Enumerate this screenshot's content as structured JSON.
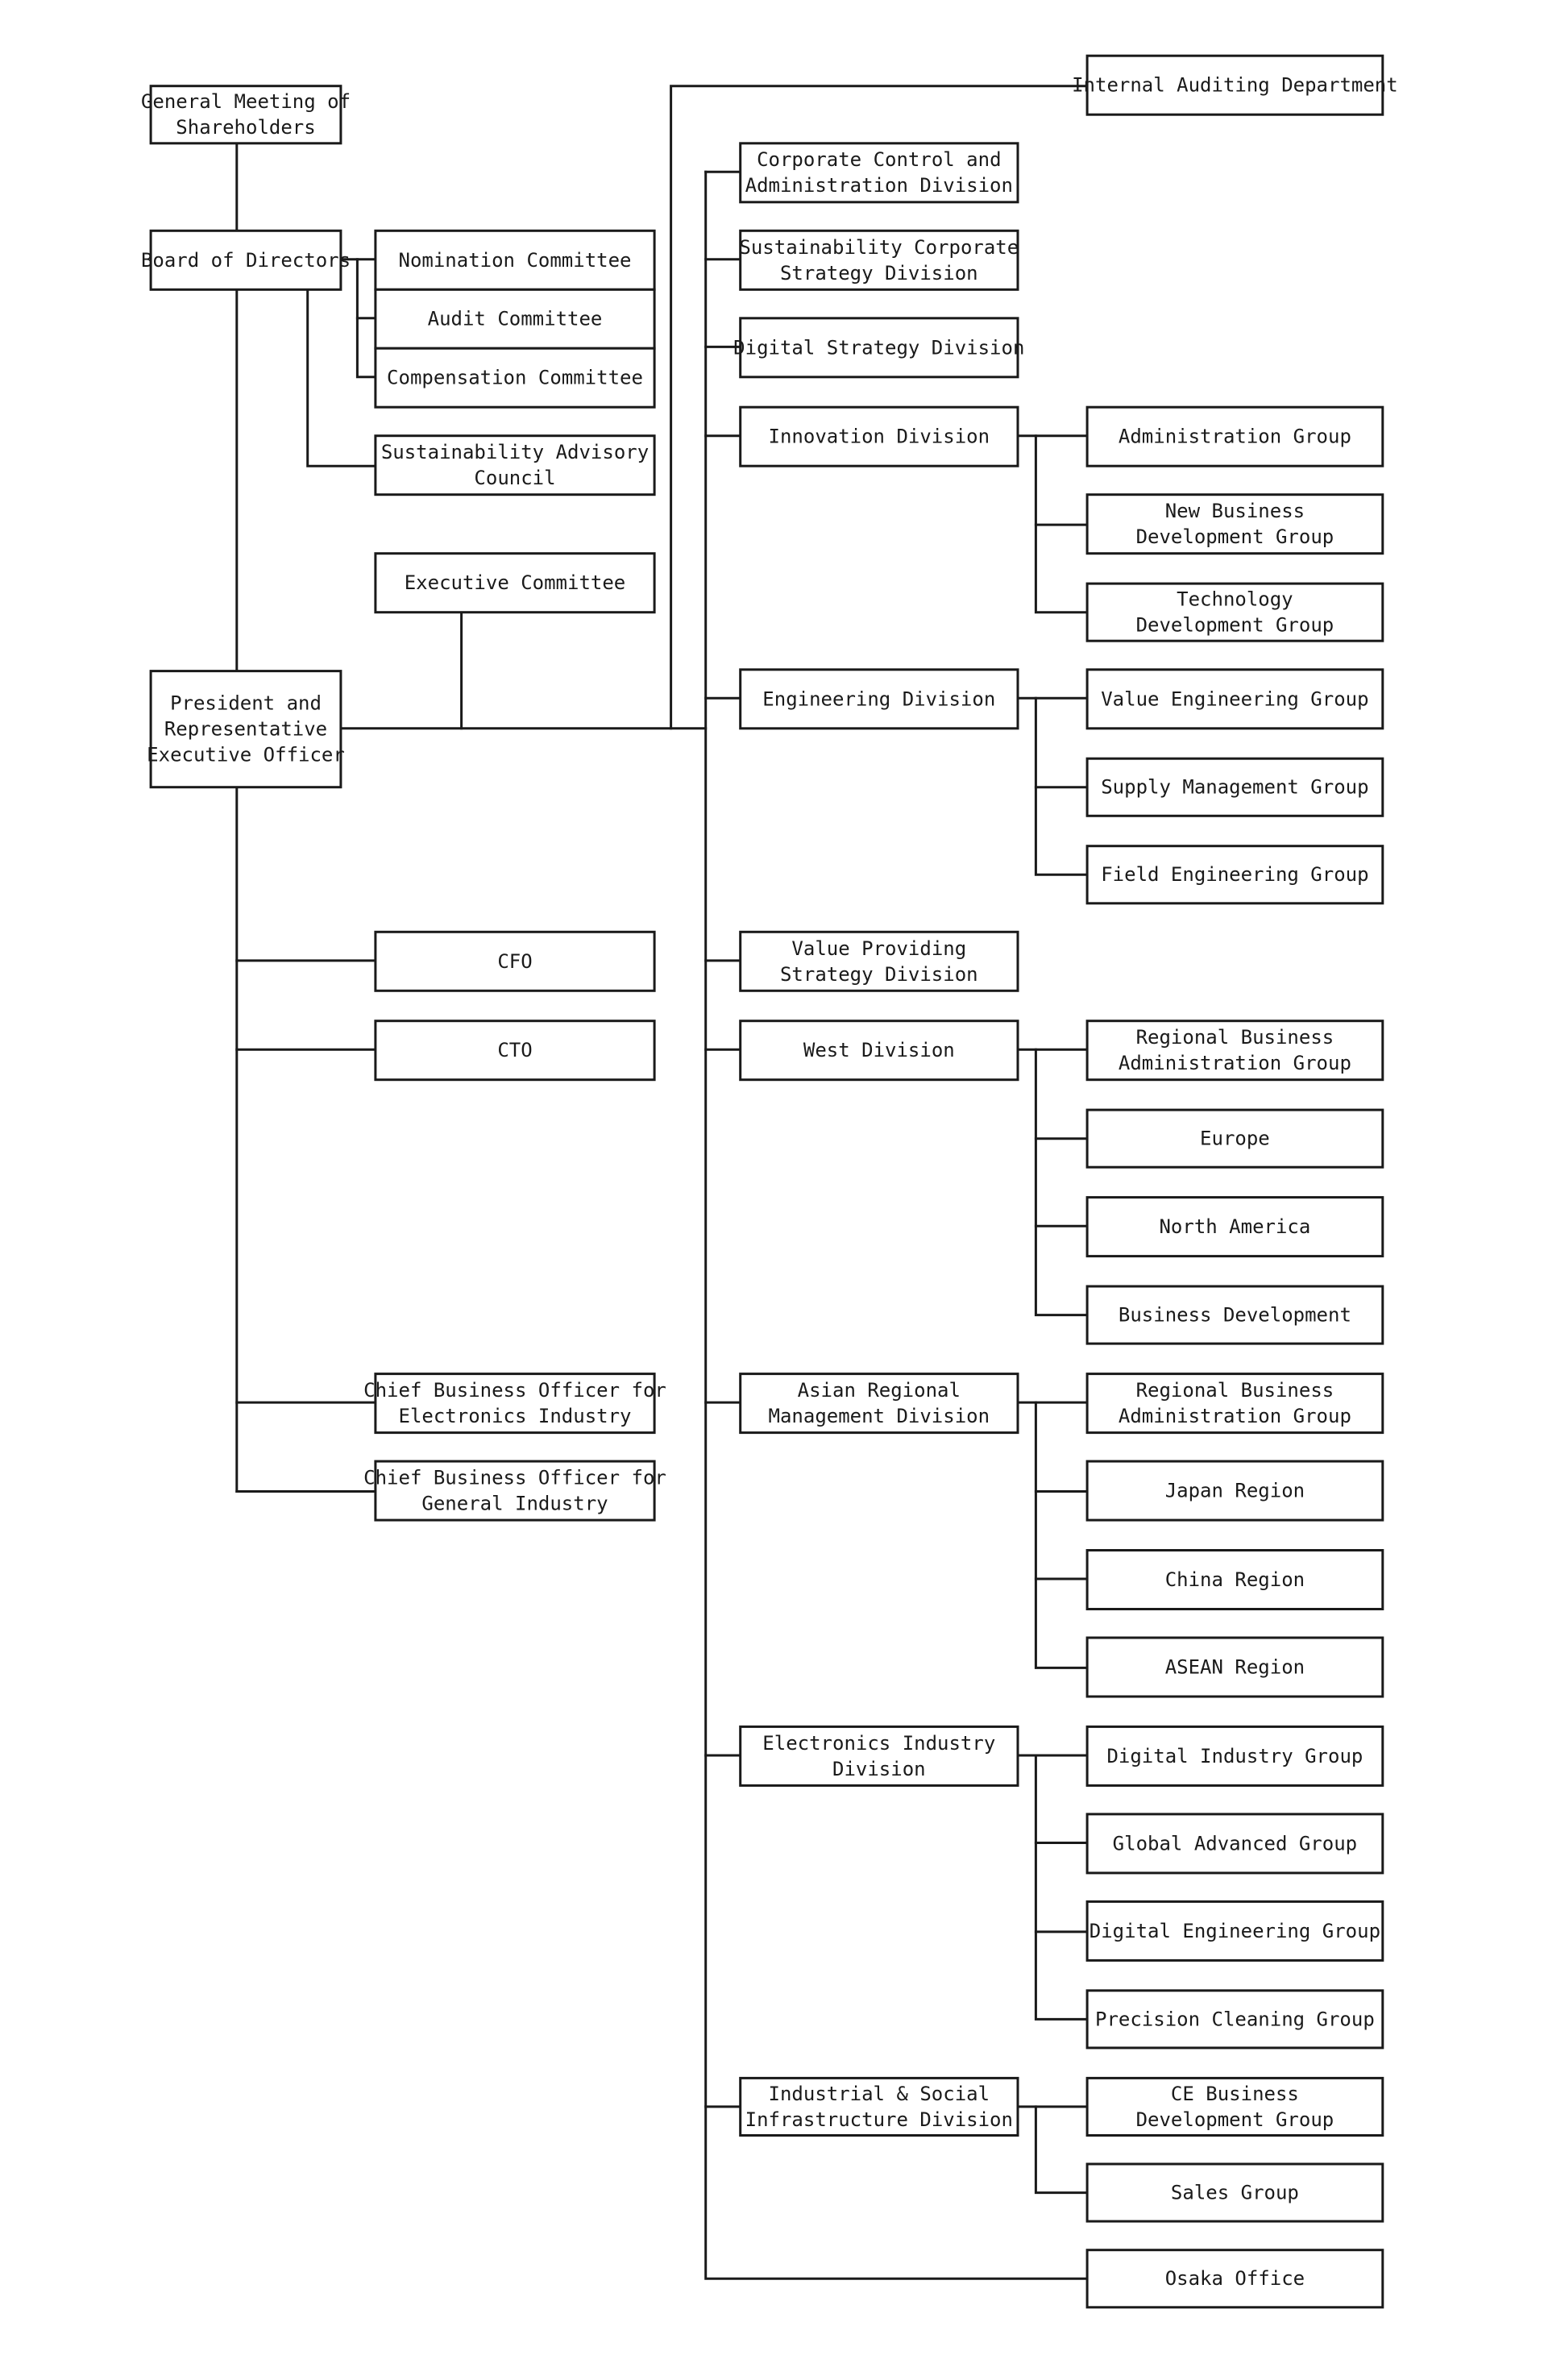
{
  "org_chart": {
    "top": {
      "shareholders": [
        "General Meeting of",
        "Shareholders"
      ],
      "board": [
        "Board of Directors"
      ],
      "president": [
        "President and",
        "Representative",
        "Executive Officer"
      ]
    },
    "committees": {
      "nomination": [
        "Nomination Committee"
      ],
      "audit": [
        "Audit Committee"
      ],
      "compensation": [
        "Compensation Committee"
      ],
      "sustainability_council": [
        "Sustainability Advisory",
        "Council"
      ],
      "executive": [
        "Executive Committee"
      ]
    },
    "officers": {
      "cfo": [
        "CFO"
      ],
      "cto": [
        "CTO"
      ],
      "cbo_electronics": [
        "Chief Business Officer for",
        "Electronics Industry"
      ],
      "cbo_general": [
        "Chief Business Officer for",
        "General Industry"
      ]
    },
    "internal_auditing": [
      "Internal Auditing Department"
    ],
    "divisions": {
      "corporate_control": [
        "Corporate Control and",
        "Administration Division"
      ],
      "sustainability_strategy": [
        "Sustainability Corporate",
        "Strategy Division"
      ],
      "digital_strategy": [
        "Digital Strategy Division"
      ],
      "innovation": [
        "Innovation Division"
      ],
      "engineering": [
        "Engineering Division"
      ],
      "value_providing": [
        "Value Providing",
        "Strategy Division"
      ],
      "west": [
        "West Division"
      ],
      "asian_regional": [
        "Asian Regional",
        "Management Division"
      ],
      "electronics_industry": [
        "Electronics Industry",
        "Division"
      ],
      "industrial_social": [
        "Industrial & Social",
        "Infrastructure Division"
      ]
    },
    "groups": {
      "innovation_admin": [
        "Administration Group"
      ],
      "new_business_dev": [
        "New Business",
        "Development Group"
      ],
      "technology_dev": [
        "Technology",
        "Development Group"
      ],
      "value_engineering": [
        "Value Engineering Group"
      ],
      "supply_management": [
        "Supply Management Group"
      ],
      "field_engineering": [
        "Field Engineering Group"
      ],
      "west_regional_admin": [
        "Regional Business",
        "Administration Group"
      ],
      "europe": [
        "Europe"
      ],
      "north_america": [
        "North America"
      ],
      "business_development": [
        "Business Development"
      ],
      "asia_regional_admin": [
        "Regional Business",
        "Administration Group"
      ],
      "japan_region": [
        "Japan Region"
      ],
      "china_region": [
        "China Region"
      ],
      "asean_region": [
        "ASEAN Region"
      ],
      "digital_industry": [
        "Digital Industry Group"
      ],
      "global_advanced": [
        "Global Advanced Group"
      ],
      "digital_engineering": [
        "Digital Engineering Group"
      ],
      "precision_cleaning": [
        "Precision Cleaning Group"
      ],
      "ce_business_dev": [
        "CE Business",
        "Development Group"
      ],
      "sales": [
        "Sales Group"
      ]
    },
    "osaka_office": [
      "Osaka Office"
    ]
  }
}
